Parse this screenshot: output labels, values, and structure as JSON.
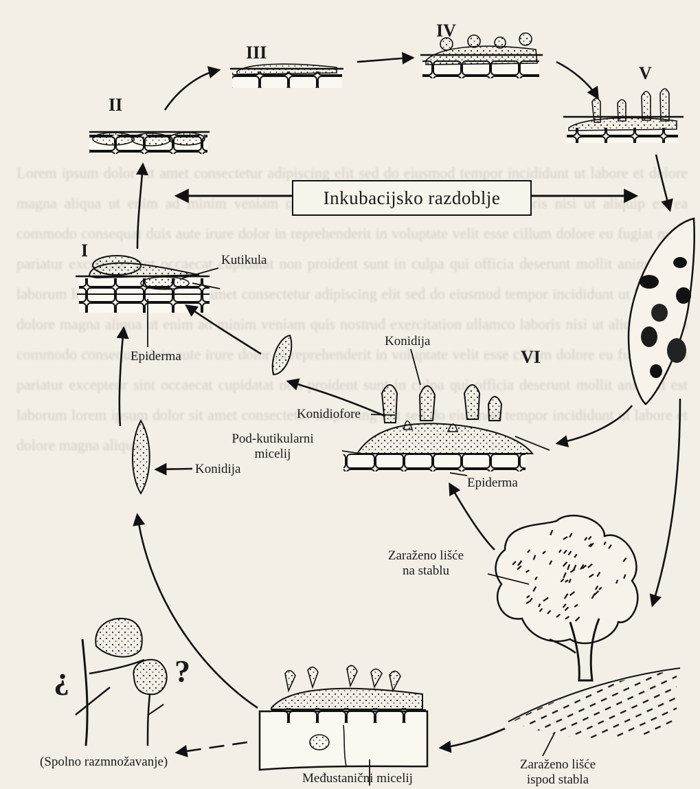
{
  "stages": {
    "I": "I",
    "II": "II",
    "III": "III",
    "IV": "IV",
    "V": "V",
    "VI": "VI"
  },
  "incubation_label": "Inkubacijsko razdoblje",
  "labels": {
    "kutikula": "Kutikula",
    "epiderma_left": "Epiderma",
    "konidija_top": "Konidija",
    "konidiofore": "Konidiofore",
    "pod_kutikularni_line1": "Pod-kutikularni",
    "pod_kutikularni_line2": "micelij",
    "epiderma_center": "Epiderma",
    "konidija_left": "Konidija",
    "zarazeno_na_stablu_line1": "Zaraženo lišće",
    "zarazeno_na_stablu_line2": "na stablu",
    "spolno": "(Spolno razmnožavanje)",
    "medustanicni": "Međustanični micelij",
    "zarazeno_ispod_line1": "Zaraženo lišće",
    "zarazeno_ispod_line2": "ispod stabla",
    "q_left": "¿",
    "q_right": "?"
  },
  "colors": {
    "ink": "#1a1a1a",
    "paper": "#f3efe6"
  }
}
